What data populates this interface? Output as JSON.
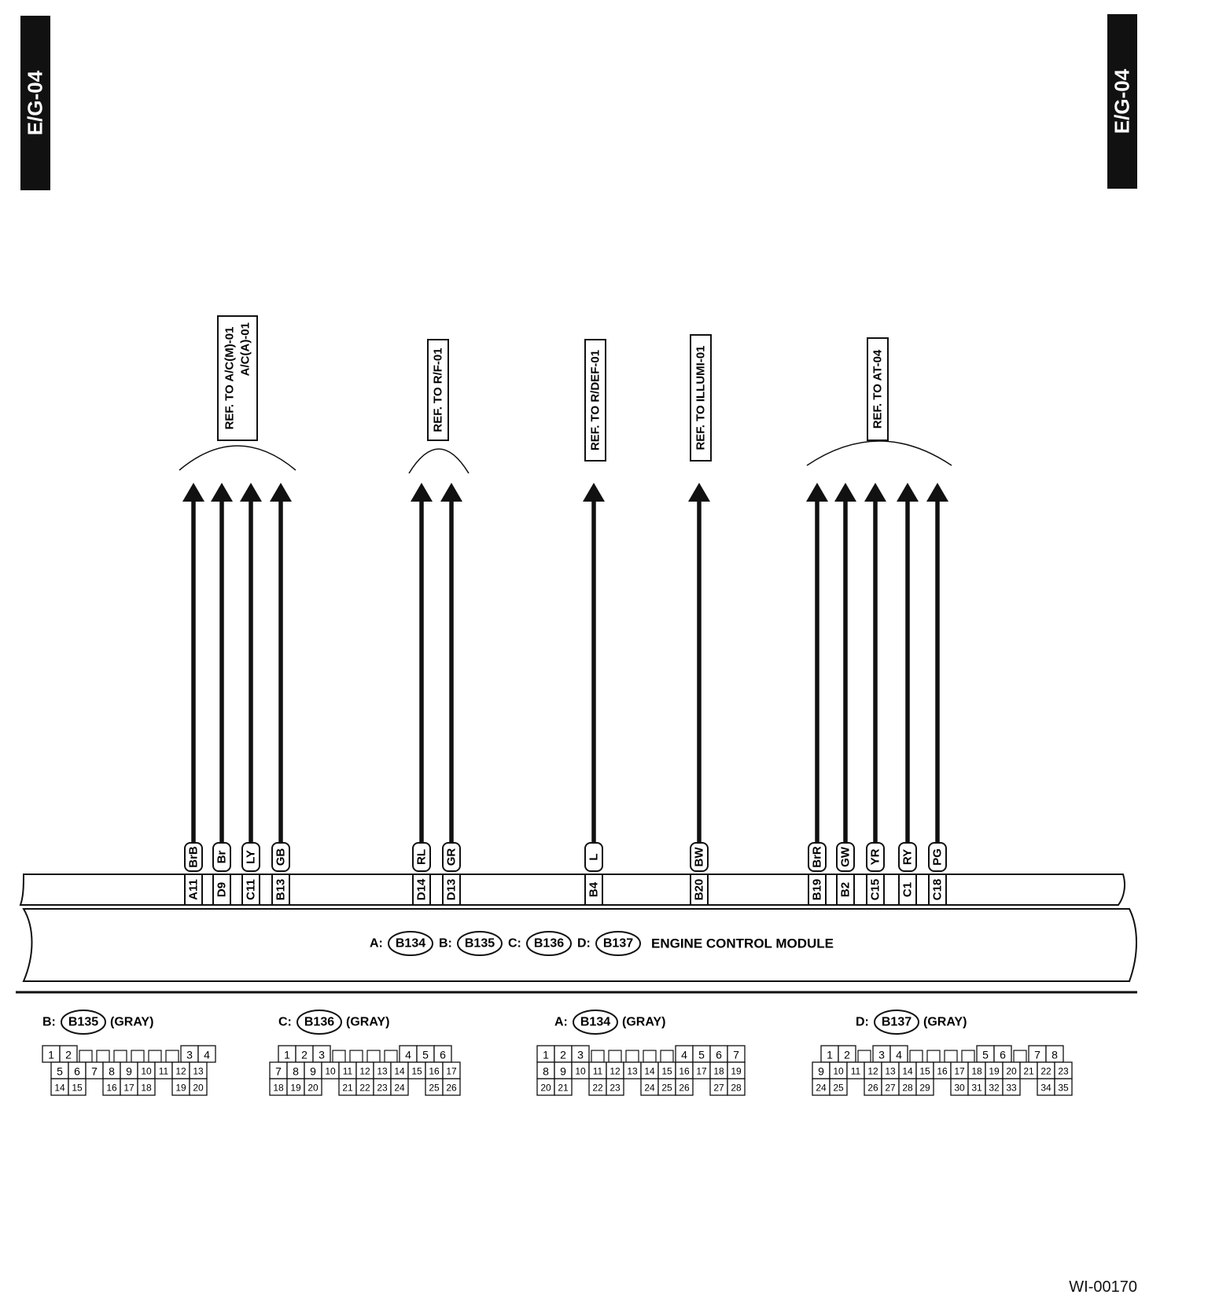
{
  "page_tag": "E/G-04",
  "figure_code": "WI-00170",
  "module_title": "ENGINE CONTROL MODULE",
  "module_connectors": [
    {
      "prefix": "A:",
      "id": "B134"
    },
    {
      "prefix": "B:",
      "id": "B135"
    },
    {
      "prefix": "C:",
      "id": "B136"
    },
    {
      "prefix": "D:",
      "id": "B137"
    }
  ],
  "references": [
    {
      "lines": [
        "REF. TO A/C(M)-01",
        "A/C(A)-01"
      ]
    },
    {
      "lines": [
        "REF. TO R/F-01"
      ]
    },
    {
      "lines": [
        "REF. TO R/DEF-01"
      ]
    },
    {
      "lines": [
        "REF. TO ILLUMI-01"
      ]
    },
    {
      "lines": [
        "REF. TO AT-04"
      ]
    }
  ],
  "wires": [
    {
      "color": "BrB",
      "terminal": "A11"
    },
    {
      "color": "Br",
      "terminal": "D9"
    },
    {
      "color": "LY",
      "terminal": "C11"
    },
    {
      "color": "GB",
      "terminal": "B13"
    },
    {
      "color": "RL",
      "terminal": "D14"
    },
    {
      "color": "GR",
      "terminal": "D13"
    },
    {
      "color": "L",
      "terminal": "B4"
    },
    {
      "color": "BW",
      "terminal": "B20"
    },
    {
      "color": "BrR",
      "terminal": "B19"
    },
    {
      "color": "GW",
      "terminal": "B2"
    },
    {
      "color": "YR",
      "terminal": "C15"
    },
    {
      "color": "RY",
      "terminal": "C1"
    },
    {
      "color": "PG",
      "terminal": "C18"
    }
  ],
  "connector_views": [
    {
      "prefix": "B:",
      "id": "B135",
      "note": "(GRAY)",
      "rows": [
        [
          "1",
          "2",
          "",
          "",
          "",
          "",
          "",
          "",
          "3",
          "4"
        ],
        [
          "5",
          "6",
          "7",
          "8",
          "9",
          "10",
          "11",
          "12",
          "13"
        ],
        [
          "14",
          "15",
          "",
          "16",
          "17",
          "18",
          "",
          "19",
          "20"
        ]
      ]
    },
    {
      "prefix": "C:",
      "id": "B136",
      "note": "(GRAY)",
      "rows": [
        [
          "1",
          "2",
          "3",
          "",
          "",
          "",
          "",
          "4",
          "5",
          "6"
        ],
        [
          "7",
          "8",
          "9",
          "10",
          "11",
          "12",
          "13",
          "14",
          "15",
          "16",
          "17"
        ],
        [
          "18",
          "19",
          "20",
          "",
          "21",
          "22",
          "23",
          "24",
          "",
          "25",
          "26"
        ]
      ]
    },
    {
      "prefix": "A:",
      "id": "B134",
      "note": "(GRAY)",
      "rows": [
        [
          "1",
          "2",
          "3",
          "",
          "",
          "",
          "",
          "",
          "4",
          "5",
          "6",
          "7"
        ],
        [
          "8",
          "9",
          "10",
          "11",
          "12",
          "13",
          "14",
          "15",
          "16",
          "17",
          "18",
          "19"
        ],
        [
          "20",
          "21",
          "",
          "22",
          "23",
          "",
          "24",
          "25",
          "26",
          "",
          "27",
          "28"
        ]
      ]
    },
    {
      "prefix": "D:",
      "id": "B137",
      "note": "(GRAY)",
      "rows": [
        [
          "1",
          "2",
          "",
          "3",
          "4",
          "",
          "",
          "",
          "",
          "5",
          "6",
          "",
          "7",
          "8"
        ],
        [
          "9",
          "10",
          "11",
          "12",
          "13",
          "14",
          "15",
          "16",
          "17",
          "18",
          "19",
          "20",
          "21",
          "22",
          "23"
        ],
        [
          "24",
          "25",
          "",
          "26",
          "27",
          "28",
          "29",
          "",
          "30",
          "31",
          "32",
          "33",
          "",
          "34",
          "35"
        ]
      ]
    }
  ]
}
